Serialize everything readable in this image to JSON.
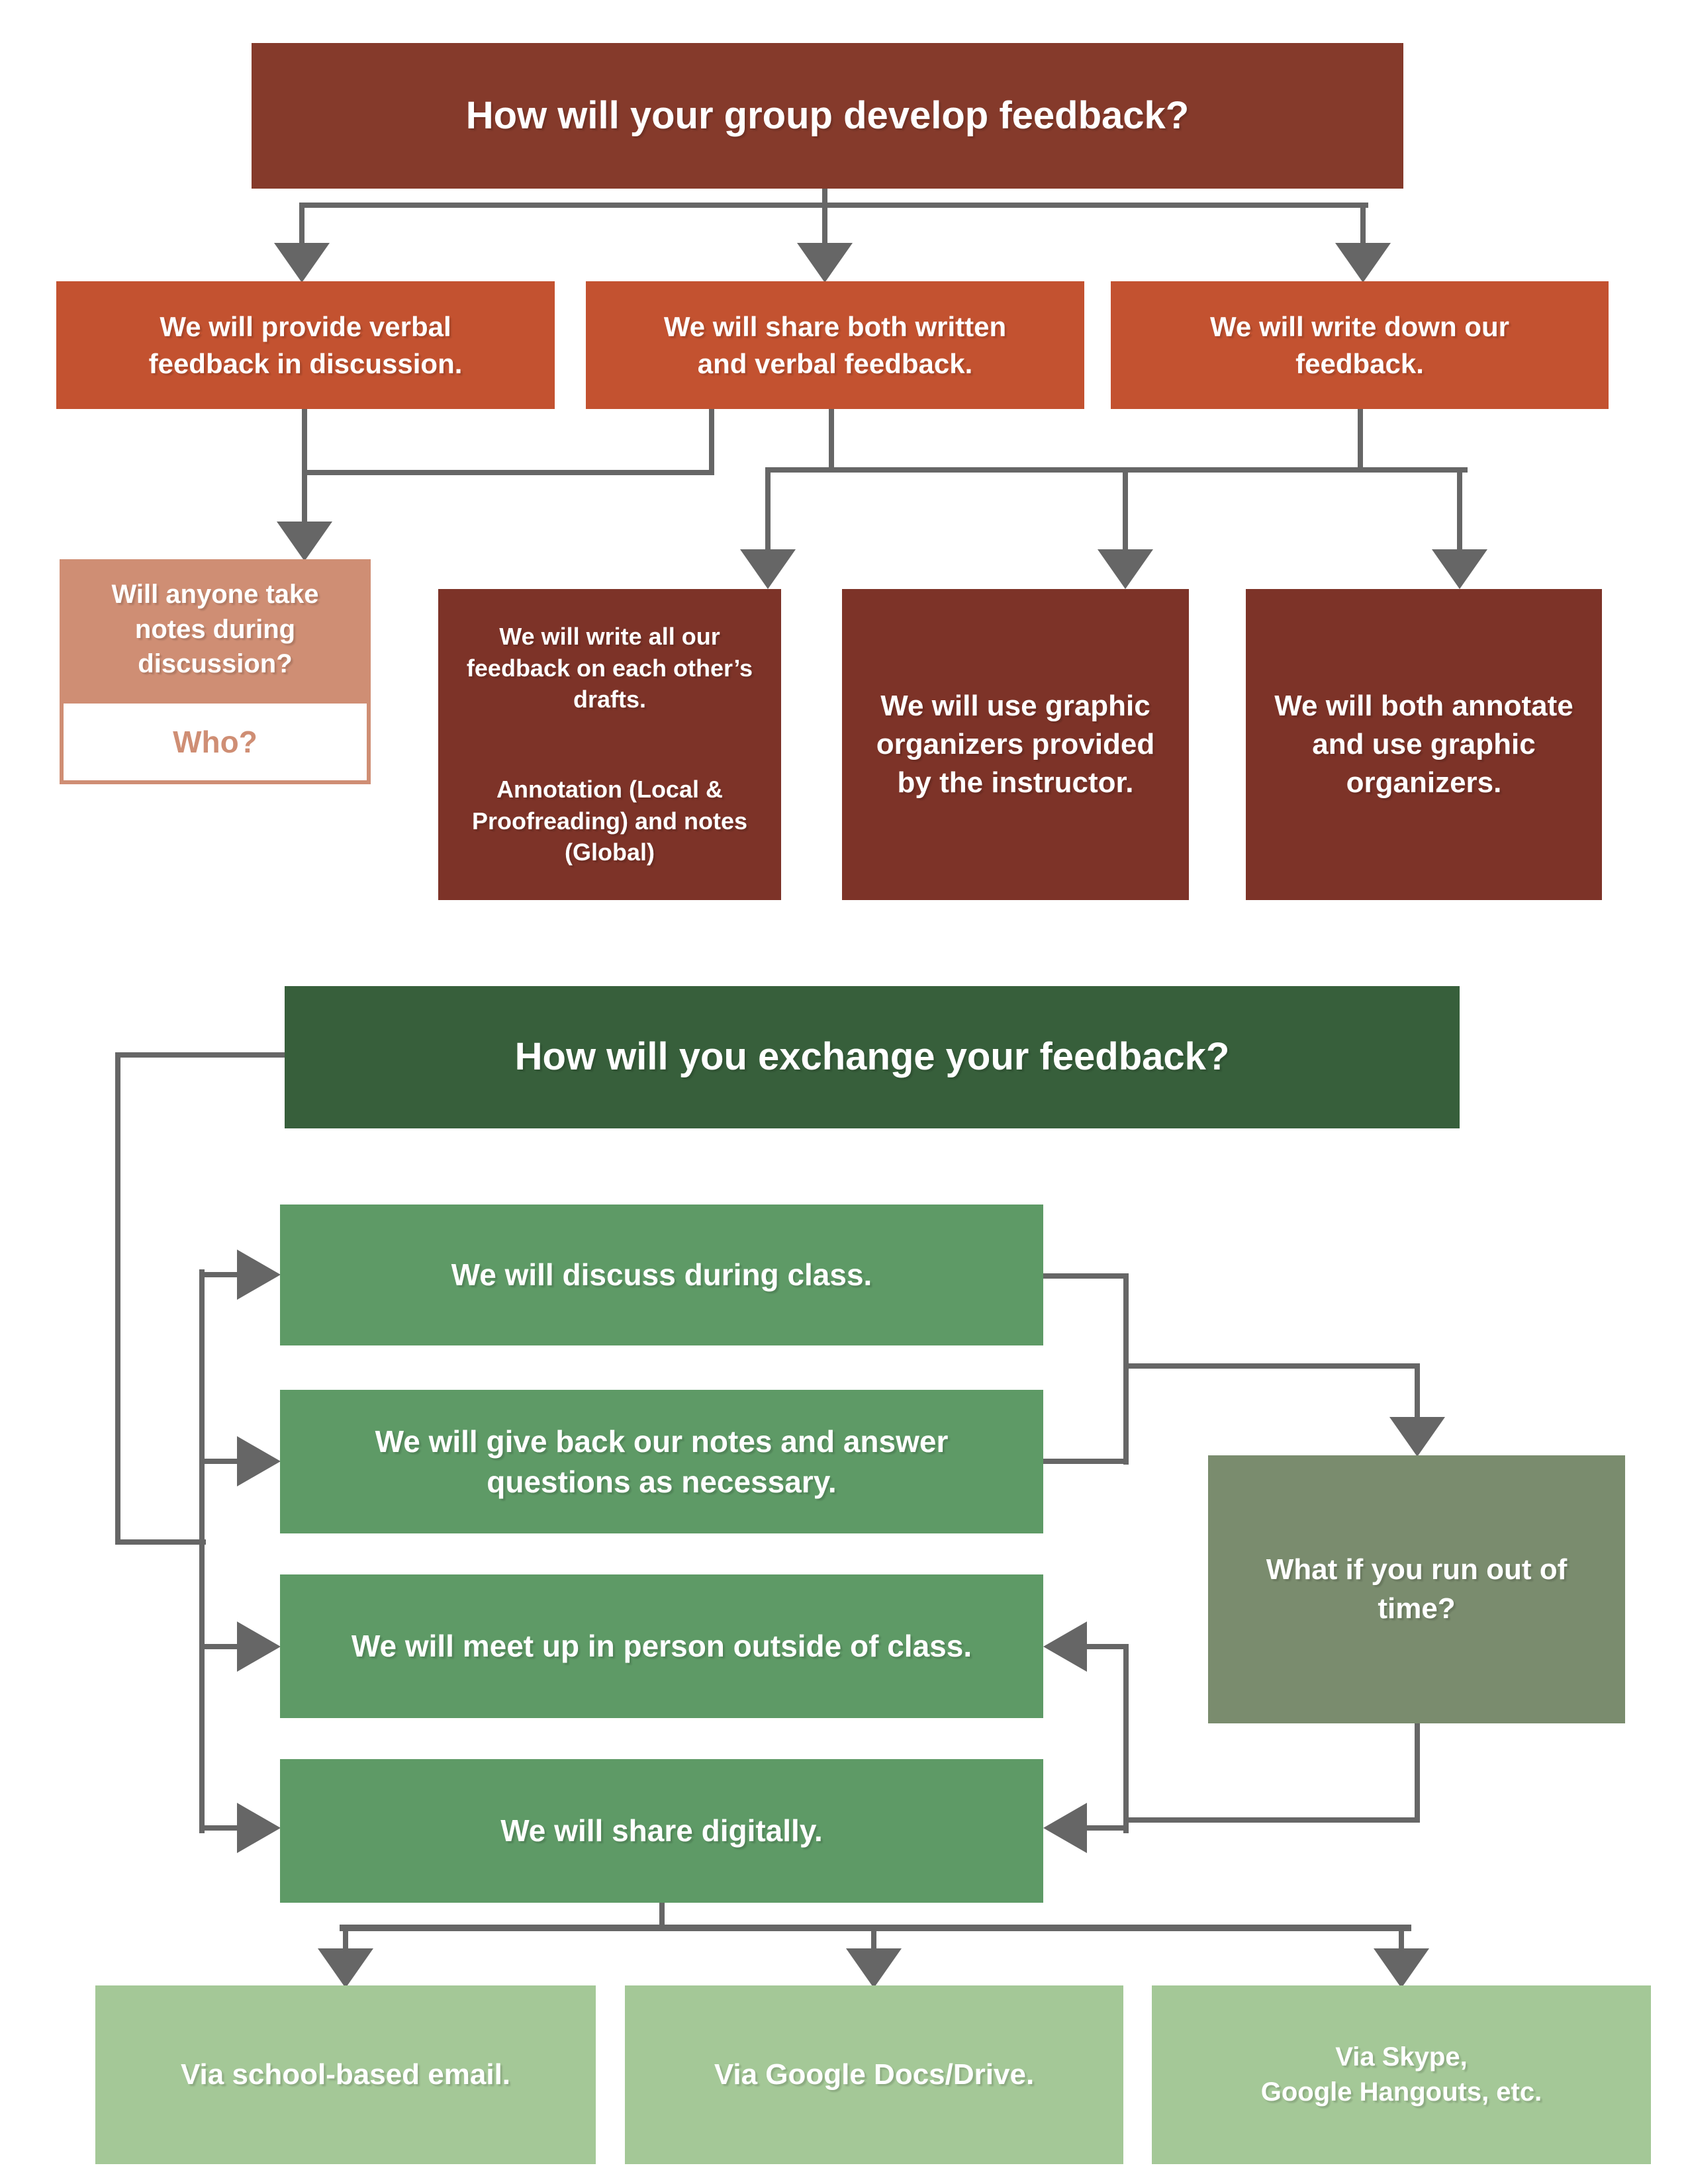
{
  "palette": {
    "brick_red": "#853a2b",
    "orange": "#c35230",
    "salmon": "#cf8e74",
    "dark_red": "#7d3328",
    "dark_green": "#375f3b",
    "medium_green": "#5e9a66",
    "sage_green": "#7a8c6e",
    "light_green": "#a4c897",
    "connector_gray": "#666666",
    "text_white": "#ffffff"
  },
  "flow1": {
    "title": "How will your group develop feedback?",
    "options": [
      {
        "label": "We will provide verbal feedback in discussion."
      },
      {
        "label": "We will share both written and verbal feedback."
      },
      {
        "label": "We will write down our feedback."
      }
    ],
    "notes_question": "Will anyone take notes during discussion?",
    "notes_prompt": "Who?",
    "methods": [
      {
        "text": "We will write all our feedback on each other’s drafts.",
        "subtext": "Annotation (Local & Proofreading) and notes (Global)"
      },
      {
        "text": "We will use graphic organizers provided by the instructor."
      },
      {
        "text": "We will both annotate and use graphic organizers."
      }
    ]
  },
  "flow2": {
    "title": "How will you exchange your feedback?",
    "options": [
      {
        "label": "We will discuss during class."
      },
      {
        "label": "We will give back our notes and answer questions as necessary."
      },
      {
        "label": "We will meet up in person outside of class."
      },
      {
        "label": "We will share digitally."
      }
    ],
    "contingency": "What if you run out of time?",
    "channels": [
      {
        "label": "Via school-based email."
      },
      {
        "label": "Via Google Docs/Drive."
      },
      {
        "label": "Via Skype,\nGoogle Hangouts, etc."
      }
    ]
  }
}
